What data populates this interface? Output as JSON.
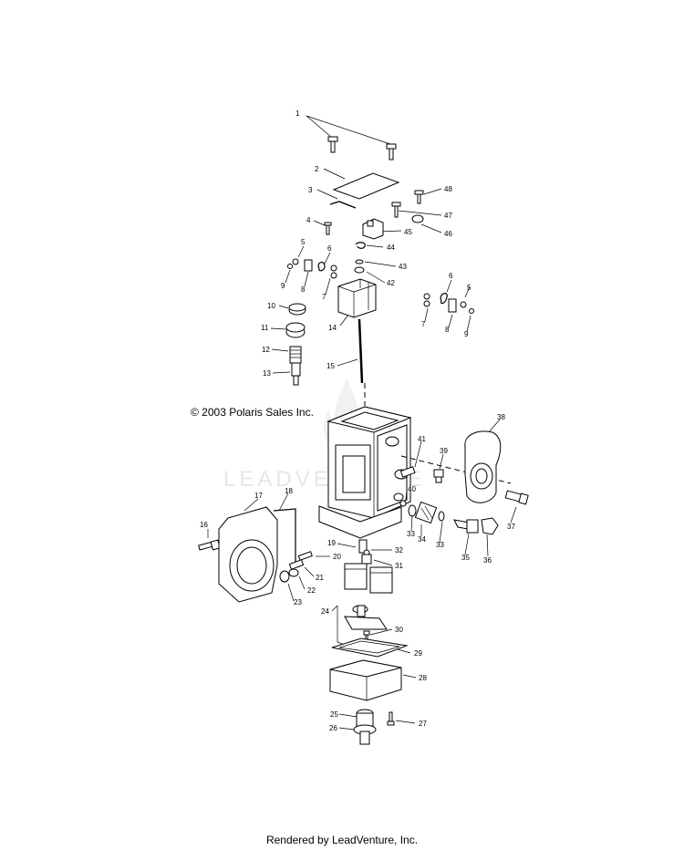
{
  "copyright": "© 2003 Polaris Sales Inc.",
  "footer": "Rendered by LeadVenture, Inc.",
  "watermark": "LEADVENTURE",
  "callouts": [
    "1",
    "2",
    "3",
    "4",
    "5",
    "6",
    "7",
    "8",
    "9",
    "10",
    "11",
    "12",
    "13",
    "14",
    "15",
    "16",
    "17",
    "18",
    "19",
    "20",
    "21",
    "22",
    "23",
    "24",
    "25",
    "26",
    "27",
    "28",
    "29",
    "30",
    "31",
    "32",
    "33",
    "34",
    "35",
    "36",
    "37",
    "38",
    "39",
    "40",
    "41",
    "42",
    "43",
    "44",
    "45",
    "46",
    "47",
    "48"
  ]
}
